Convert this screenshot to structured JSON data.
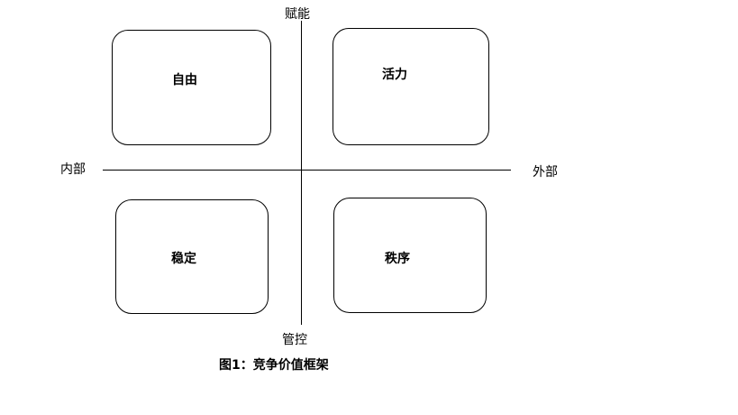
{
  "axes": {
    "top": "赋能",
    "bottom": "管控",
    "left": "内部",
    "right": "外部"
  },
  "quadrants": {
    "top_left": "自由",
    "top_right": "活力",
    "bottom_left": "稳定",
    "bottom_right": "秩序"
  },
  "caption": "图1：竞争价值框架"
}
